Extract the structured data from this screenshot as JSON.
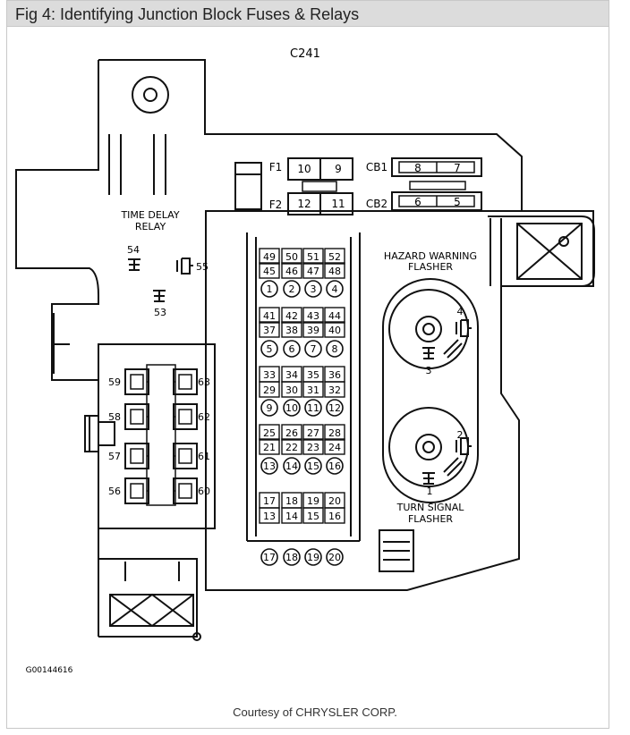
{
  "header": {
    "title": "Fig 4: Identifying Junction Block Fuses & Relays"
  },
  "footer": {
    "courtesy": "Courtesy of CHRYSLER CORP.",
    "figure_id": "G00144616"
  },
  "diagram": {
    "connector_label": "C241",
    "time_delay_relay": [
      "TIME DELAY",
      "RELAY"
    ],
    "hazard_flasher": [
      "HAZARD WARNING",
      "FLASHER"
    ],
    "turn_signal_flasher": [
      "TURN SIGNAL",
      "FLASHER"
    ],
    "fuse_f1": {
      "label": "F1",
      "a": "10",
      "b": "9"
    },
    "fuse_f2": {
      "label": "F2",
      "a": "12",
      "b": "11"
    },
    "breaker_cb1": {
      "label": "CB1",
      "a": "8",
      "b": "7"
    },
    "breaker_cb2": {
      "label": "CB2",
      "a": "6",
      "b": "5"
    },
    "relay_numbers": {
      "r54": "54",
      "r55": "55",
      "r53": "53",
      "r4": "4",
      "r3": "3",
      "r2": "2",
      "r1": "1"
    },
    "left_relays": [
      "59",
      "58",
      "57",
      "56"
    ],
    "right_relays": [
      "63",
      "62",
      "61",
      "60"
    ],
    "fuse_rows": [
      {
        "type": "sq",
        "values": [
          "49",
          "50",
          "51",
          "52"
        ]
      },
      {
        "type": "sq",
        "values": [
          "45",
          "46",
          "47",
          "48"
        ]
      },
      {
        "type": "ci",
        "values": [
          "1",
          "2",
          "3",
          "4"
        ]
      },
      {
        "type": "sq",
        "values": [
          "41",
          "42",
          "43",
          "44"
        ]
      },
      {
        "type": "sq",
        "values": [
          "37",
          "38",
          "39",
          "40"
        ]
      },
      {
        "type": "ci",
        "values": [
          "5",
          "6",
          "7",
          "8"
        ]
      },
      {
        "type": "sq",
        "values": [
          "33",
          "34",
          "35",
          "36"
        ]
      },
      {
        "type": "sq",
        "values": [
          "29",
          "30",
          "31",
          "32"
        ]
      },
      {
        "type": "ci",
        "values": [
          "9",
          "10",
          "11",
          "12"
        ]
      },
      {
        "type": "sq",
        "values": [
          "25",
          "26",
          "27",
          "28"
        ]
      },
      {
        "type": "sq",
        "values": [
          "21",
          "22",
          "23",
          "24"
        ]
      },
      {
        "type": "ci",
        "values": [
          "13",
          "14",
          "15",
          "16"
        ]
      },
      {
        "type": "sq",
        "values": [
          "17",
          "18",
          "19",
          "20"
        ]
      },
      {
        "type": "sq",
        "values": [
          "13",
          "14",
          "15",
          "16"
        ]
      },
      {
        "type": "ci",
        "values": [
          "17",
          "18",
          "19",
          "20"
        ]
      }
    ]
  }
}
